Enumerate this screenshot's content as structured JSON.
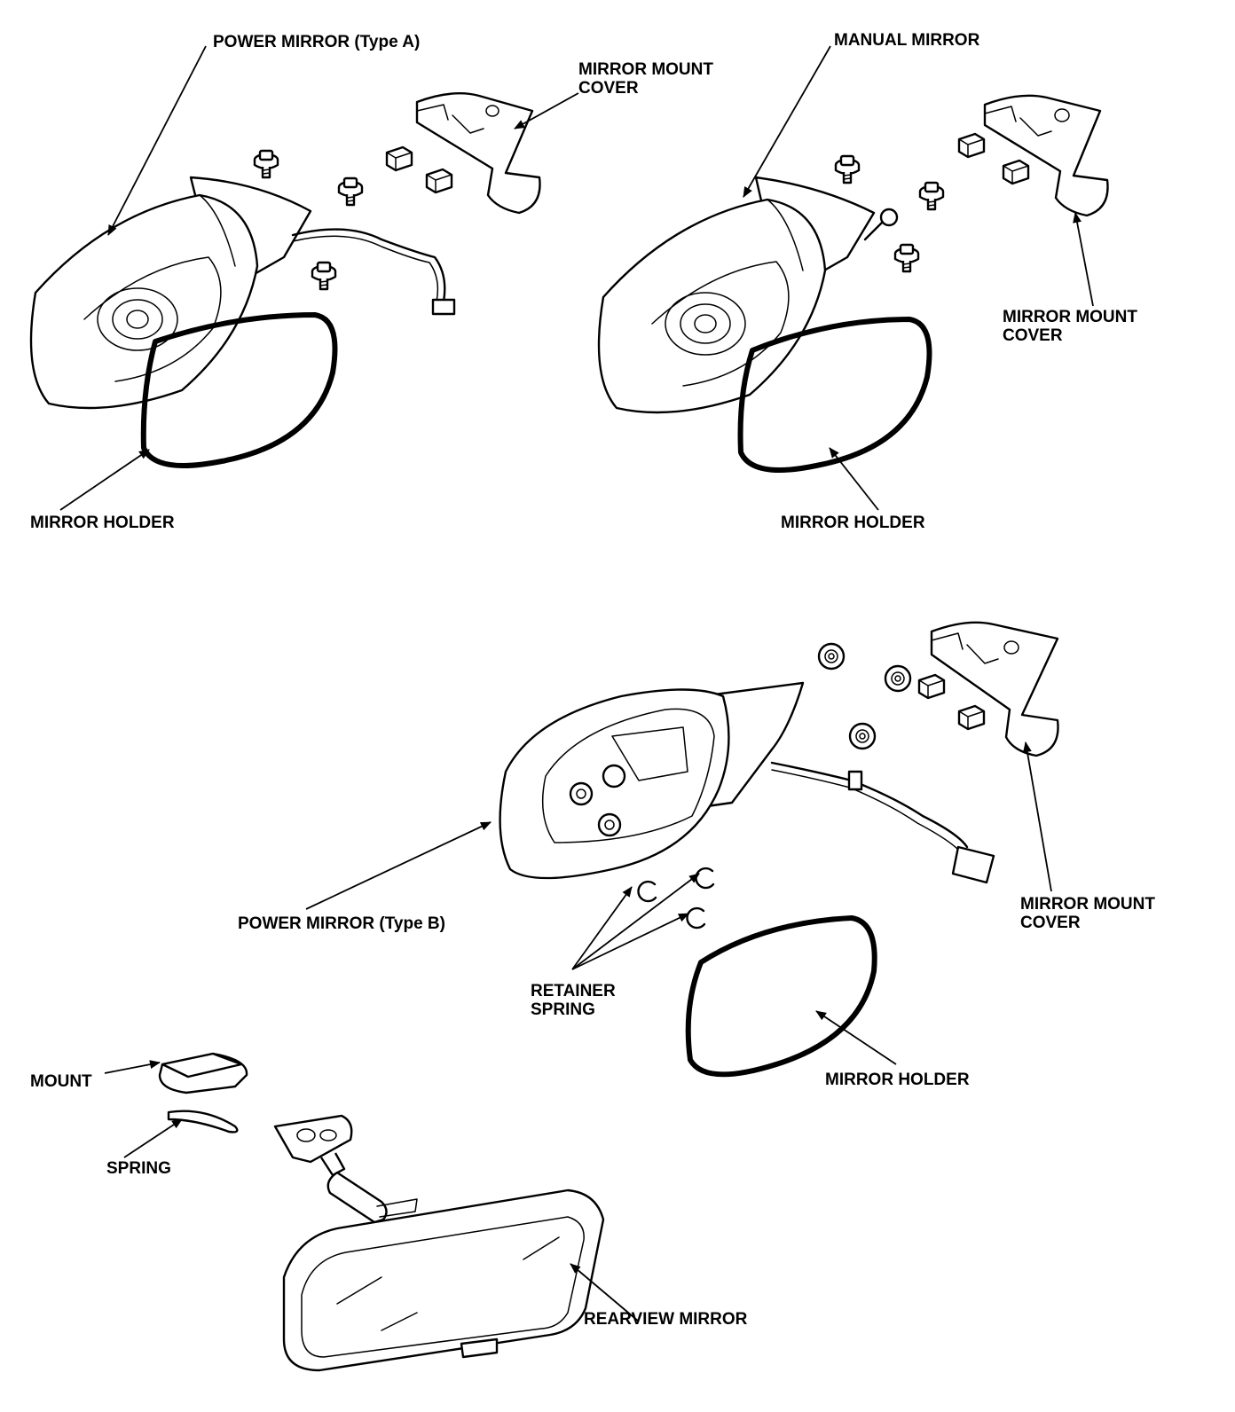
{
  "labels": {
    "power_mirror_a": "POWER MIRROR (Type A)",
    "mount_cover_a": "MIRROR MOUNT\nCOVER",
    "mirror_holder_a": "MIRROR HOLDER",
    "manual_mirror": "MANUAL MIRROR",
    "mount_cover_manual": "MIRROR MOUNT\nCOVER",
    "mirror_holder_manual": "MIRROR HOLDER",
    "power_mirror_b": "POWER MIRROR (Type B)",
    "mount_cover_b": "MIRROR MOUNT\nCOVER",
    "retainer_spring": "RETAINER\nSPRING",
    "mirror_holder_b": "MIRROR HOLDER",
    "mount": "MOUNT",
    "spring": "SPRING",
    "rearview_mirror": "REARVIEW MIRROR"
  }
}
